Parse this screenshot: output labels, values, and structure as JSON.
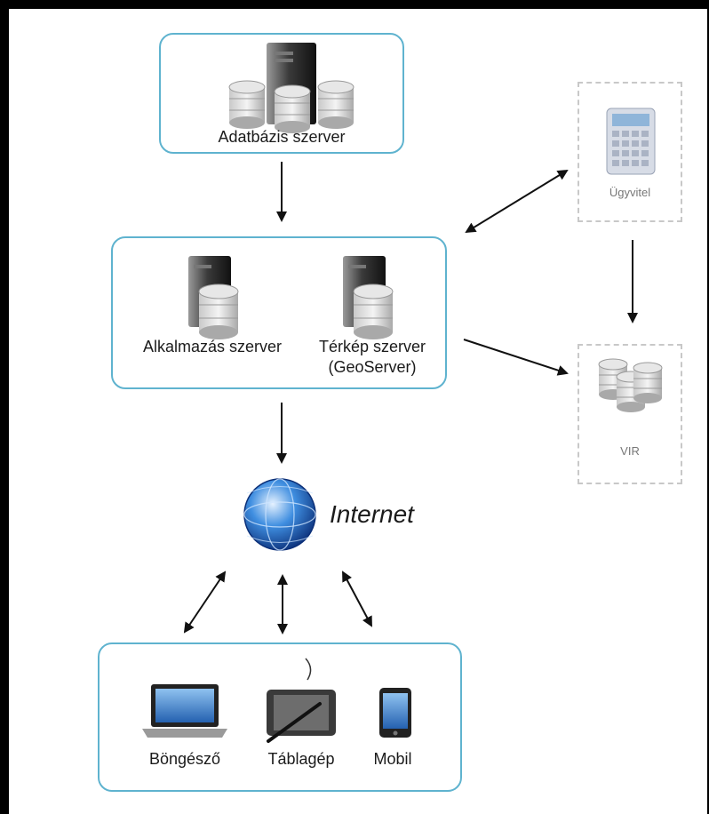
{
  "nodes": {
    "db_server": "Adatbázis szerver",
    "app_server": "Alkalmazás szerver",
    "map_server_line1": "Térkép szerver",
    "map_server_line2": "(GeoServer)",
    "accounting": "Ügyvitel",
    "gis": "VIR",
    "internet": "Internet",
    "browser": "Böngésző",
    "tablet": "Táblagép",
    "mobile": "Mobil"
  },
  "colors": {
    "box_border": "#5fb3cf",
    "dashed_border": "#c8c8c8",
    "arrow": "#111111",
    "globe": "#1f5fb3"
  },
  "icons": [
    "server-tower-icon",
    "database-icon",
    "calculator-icon",
    "globe-icon",
    "laptop-icon",
    "graphics-tablet-icon",
    "mobile-phone-icon"
  ]
}
